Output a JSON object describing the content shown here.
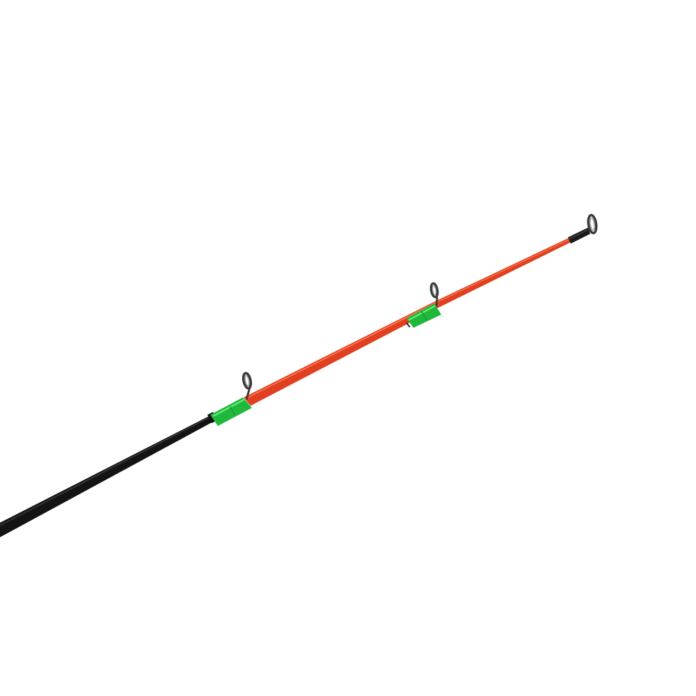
{
  "photo": {
    "subject": "fishing-rod-tip-section",
    "background_color": "#ffffff",
    "colors": {
      "blank_butt": "#141414",
      "blank_tip": "#e0401f",
      "blank_tip_highlight": "#ff7a55",
      "thread_wrap": "#1fb83d",
      "thread_wrap_highlight": "#6ff07f",
      "guide_frame": "#3a3a3a",
      "guide_ring": "#9a9a9a"
    },
    "guides": [
      {
        "name": "guide-1"
      },
      {
        "name": "guide-2"
      },
      {
        "name": "tip-top-guide"
      }
    ]
  }
}
